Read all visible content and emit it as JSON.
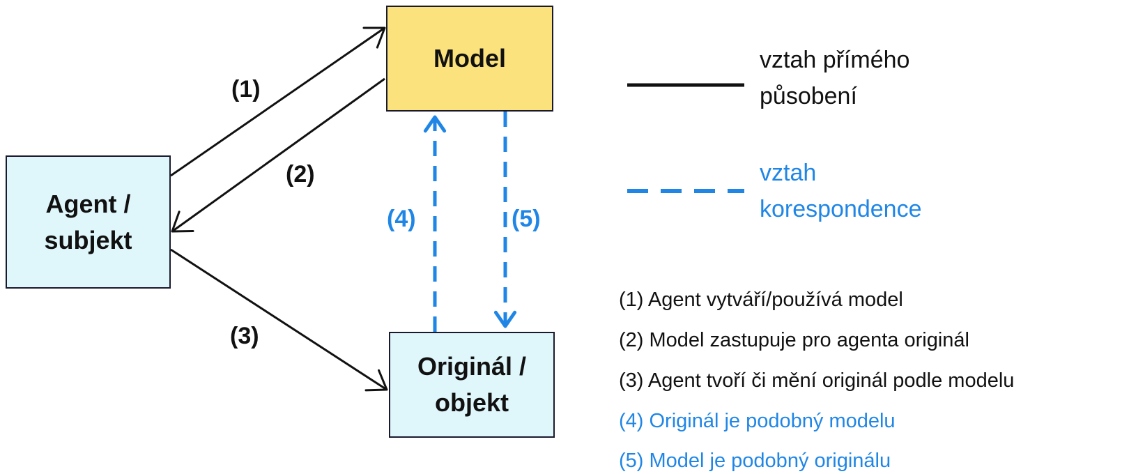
{
  "colors": {
    "direct": "#111111",
    "correspondence": "#1f86e6",
    "model_fill": "#fbe27c",
    "entity_fill": "#dff6fb"
  },
  "nodes": {
    "model": {
      "lines": [
        "Model"
      ]
    },
    "agent": {
      "lines": [
        "Agent /",
        "subjekt"
      ]
    },
    "original": {
      "lines": [
        "Originál /",
        "objekt"
      ]
    }
  },
  "edges": {
    "e1": {
      "label": "(1)",
      "from": "agent",
      "to": "model",
      "kind": "direct"
    },
    "e2": {
      "label": "(2)",
      "from": "model",
      "to": "agent",
      "kind": "direct"
    },
    "e3": {
      "label": "(3)",
      "from": "agent",
      "to": "original",
      "kind": "direct"
    },
    "e4": {
      "label": "(4)",
      "from": "original",
      "to": "model",
      "kind": "correspondence"
    },
    "e5": {
      "label": "(5)",
      "from": "model",
      "to": "original",
      "kind": "correspondence"
    }
  },
  "legend": {
    "direct": {
      "lines": [
        "vztah přímého",
        "působení"
      ]
    },
    "correspondence": {
      "lines": [
        "vztah",
        "korespondence"
      ]
    }
  },
  "notes": [
    "(1) Agent vytváří/používá model",
    "(2) Model zastupuje pro agenta originál",
    "(3) Agent tvoří či mění originál podle modelu",
    "(4) Originál je podobný modelu",
    "(5) Model je podobný originálu"
  ]
}
